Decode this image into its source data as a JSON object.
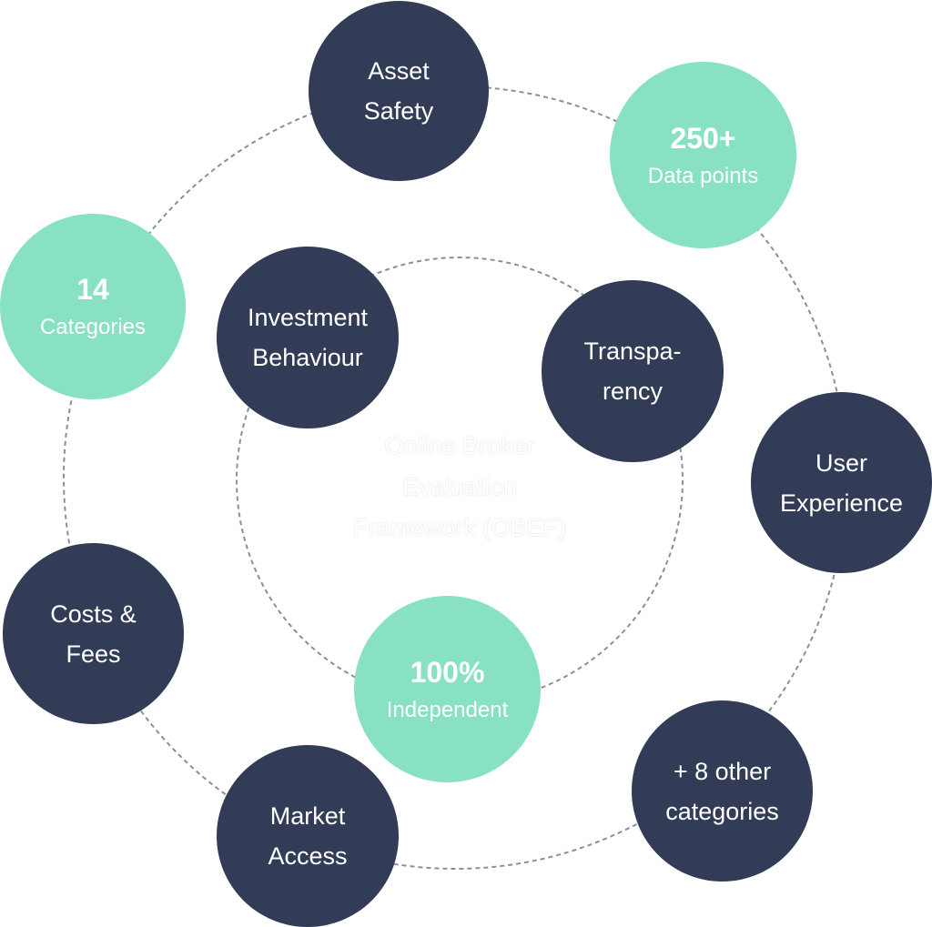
{
  "center": {
    "line1": "Online Broker",
    "line2": "Evaluation",
    "line3": "Framework (OBEF)"
  },
  "nodes": {
    "asset_safety": {
      "line1": "Asset",
      "line2": "Safety"
    },
    "data_points": {
      "value": "250+",
      "label": "Data points"
    },
    "categories": {
      "value": "14",
      "label": "Categories"
    },
    "investment_behaviour": {
      "line1": "Investment",
      "line2": "Behaviour"
    },
    "transparency": {
      "line1": "Transpa-",
      "line2": "rency"
    },
    "user_experience": {
      "line1": "User",
      "line2": "Experience"
    },
    "costs_fees": {
      "line1": "Costs &",
      "line2": "Fees"
    },
    "independent": {
      "value": "100%",
      "label": "Independent"
    },
    "market_access": {
      "line1": "Market",
      "line2": "Access"
    },
    "other_categories": {
      "line1": "+ 8 other",
      "line2": "categories"
    }
  },
  "colors": {
    "dark_node": "#323c56",
    "mint_node": "#88e1c0",
    "ring_stroke": "#8a8f9c"
  }
}
